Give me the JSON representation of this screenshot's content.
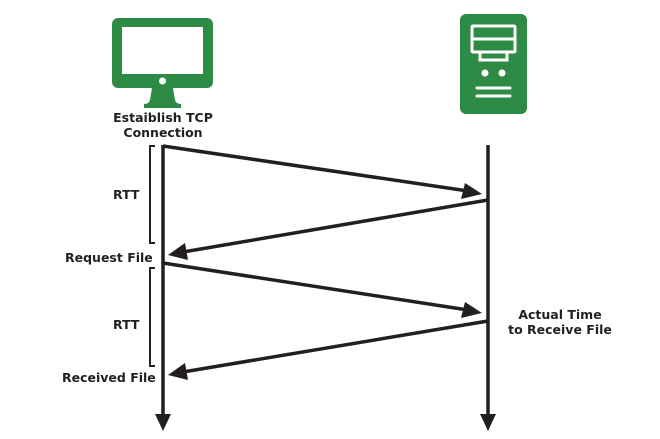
{
  "diagram": {
    "type": "sequence",
    "accent_color": "#2E8B45",
    "line_color": "#231f20",
    "participants": [
      {
        "name": "client",
        "icon": "monitor-icon",
        "label_lines": [
          "Estaiblish TCP",
          "Connection"
        ]
      },
      {
        "name": "server",
        "icon": "server-icon"
      }
    ],
    "messages": [
      {
        "from": "client",
        "to": "server"
      },
      {
        "from": "server",
        "to": "client"
      },
      {
        "from": "client",
        "to": "server"
      },
      {
        "from": "server",
        "to": "client"
      }
    ],
    "labels": {
      "rtt_1": "RTT",
      "rtt_2": "RTT",
      "request_file": "Request File",
      "received_file": "Received File",
      "actual_time_line1": "Actual Time",
      "actual_time_line2": "to Receive File"
    }
  }
}
